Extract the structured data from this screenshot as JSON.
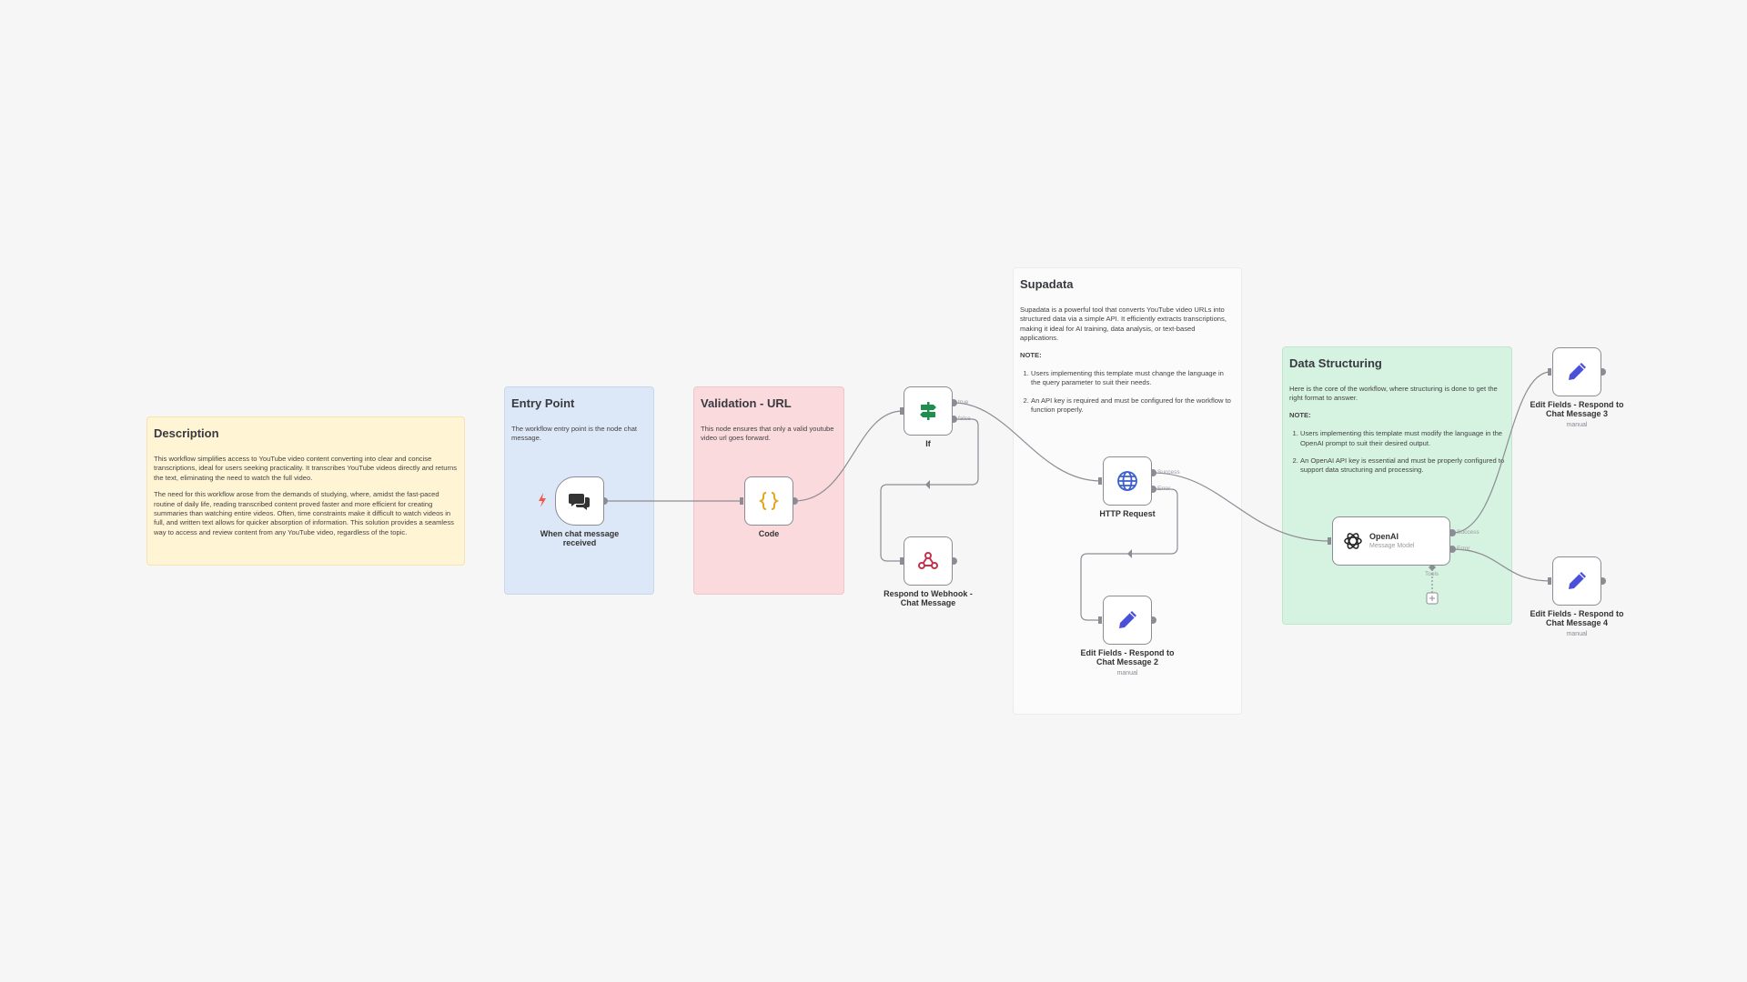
{
  "stickies": {
    "description": {
      "title": "Description",
      "p1": "This workflow simplifies access to YouTube video content converting into clear and concise transcriptions, ideal for users seeking practicality. It transcribes YouTube videos directly and returns the text, eliminating the need to watch the full video.",
      "p2": "The need for this workflow arose from the demands of studying, where, amidst the fast-paced routine of daily life, reading transcribed content proved faster and more efficient for creating summaries than watching entire videos. Often, time constraints make it difficult to watch videos in full, and written text allows for quicker absorption of information. This solution provides a seamless way to access and review content from any YouTube video, regardless of the topic."
    },
    "entry": {
      "title": "Entry Point",
      "p1": "The workflow entry point is the node chat message."
    },
    "validation": {
      "title": "Validation - URL",
      "p1": "This node ensures that only a valid youtube video url goes forward."
    },
    "supadata": {
      "title": "Supadata",
      "p1": "Supadata is a powerful tool that converts YouTube video URLs into structured data via a simple API. It efficiently extracts transcriptions, making it ideal for AI training, data analysis, or text-based applications.",
      "note": "NOTE:",
      "items": [
        "Users implementing this template must change the language in the query parameter to suit their needs.",
        "An API key is required and must be configured for the workflow to function properly."
      ]
    },
    "structuring": {
      "title": "Data Structuring",
      "p1": "Here is the core of the workflow, where structuring is done to get the right format to answer.",
      "note": "NOTE:",
      "items": [
        "Users implementing this template must modify the language in the OpenAI prompt to suit their desired output.",
        "An OpenAI API key is essential and must be properly configured to support data structuring and processing."
      ]
    }
  },
  "nodes": {
    "chat_trigger": {
      "label": "When chat message received",
      "icon": "chat-icon"
    },
    "code": {
      "label": "Code",
      "icon": "braces-icon"
    },
    "if": {
      "label": "If",
      "icon": "signpost-icon",
      "port_true": "true",
      "port_false": "false"
    },
    "respond_webhook": {
      "label": "Respond to Webhook - Chat Message",
      "icon": "webhook-icon"
    },
    "http_request": {
      "label": "HTTP Request",
      "icon": "globe-icon",
      "port_success": "Success",
      "port_error": "Error"
    },
    "edit_fields_2": {
      "label": "Edit Fields - Respond to Chat Message 2",
      "sub": "manual",
      "icon": "pencil-icon"
    },
    "openai": {
      "label": "OpenAI",
      "sub": "Message Model",
      "icon": "openai-icon",
      "port_success": "Success",
      "port_error": "Error",
      "port_tools": "Tools"
    },
    "edit_fields_3": {
      "label": "Edit Fields - Respond to Chat Message 3",
      "sub": "manual",
      "icon": "pencil-icon"
    },
    "edit_fields_4": {
      "label": "Edit Fields - Respond to Chat Message 4",
      "sub": "manual",
      "icon": "pencil-icon"
    }
  },
  "colors": {
    "background": "#f6f6f7",
    "wire": "#8c8c94",
    "sticky_yellow": "#fff4d4",
    "sticky_blue": "#dce8f7",
    "sticky_red": "#fadadd",
    "sticky_green": "#d6f2e1",
    "pencil": "#4a50d8",
    "if_green": "#1e8f4e",
    "code_orange": "#e8a31c",
    "webhook_red": "#c6304a",
    "globe_blue": "#3a5fcf"
  }
}
